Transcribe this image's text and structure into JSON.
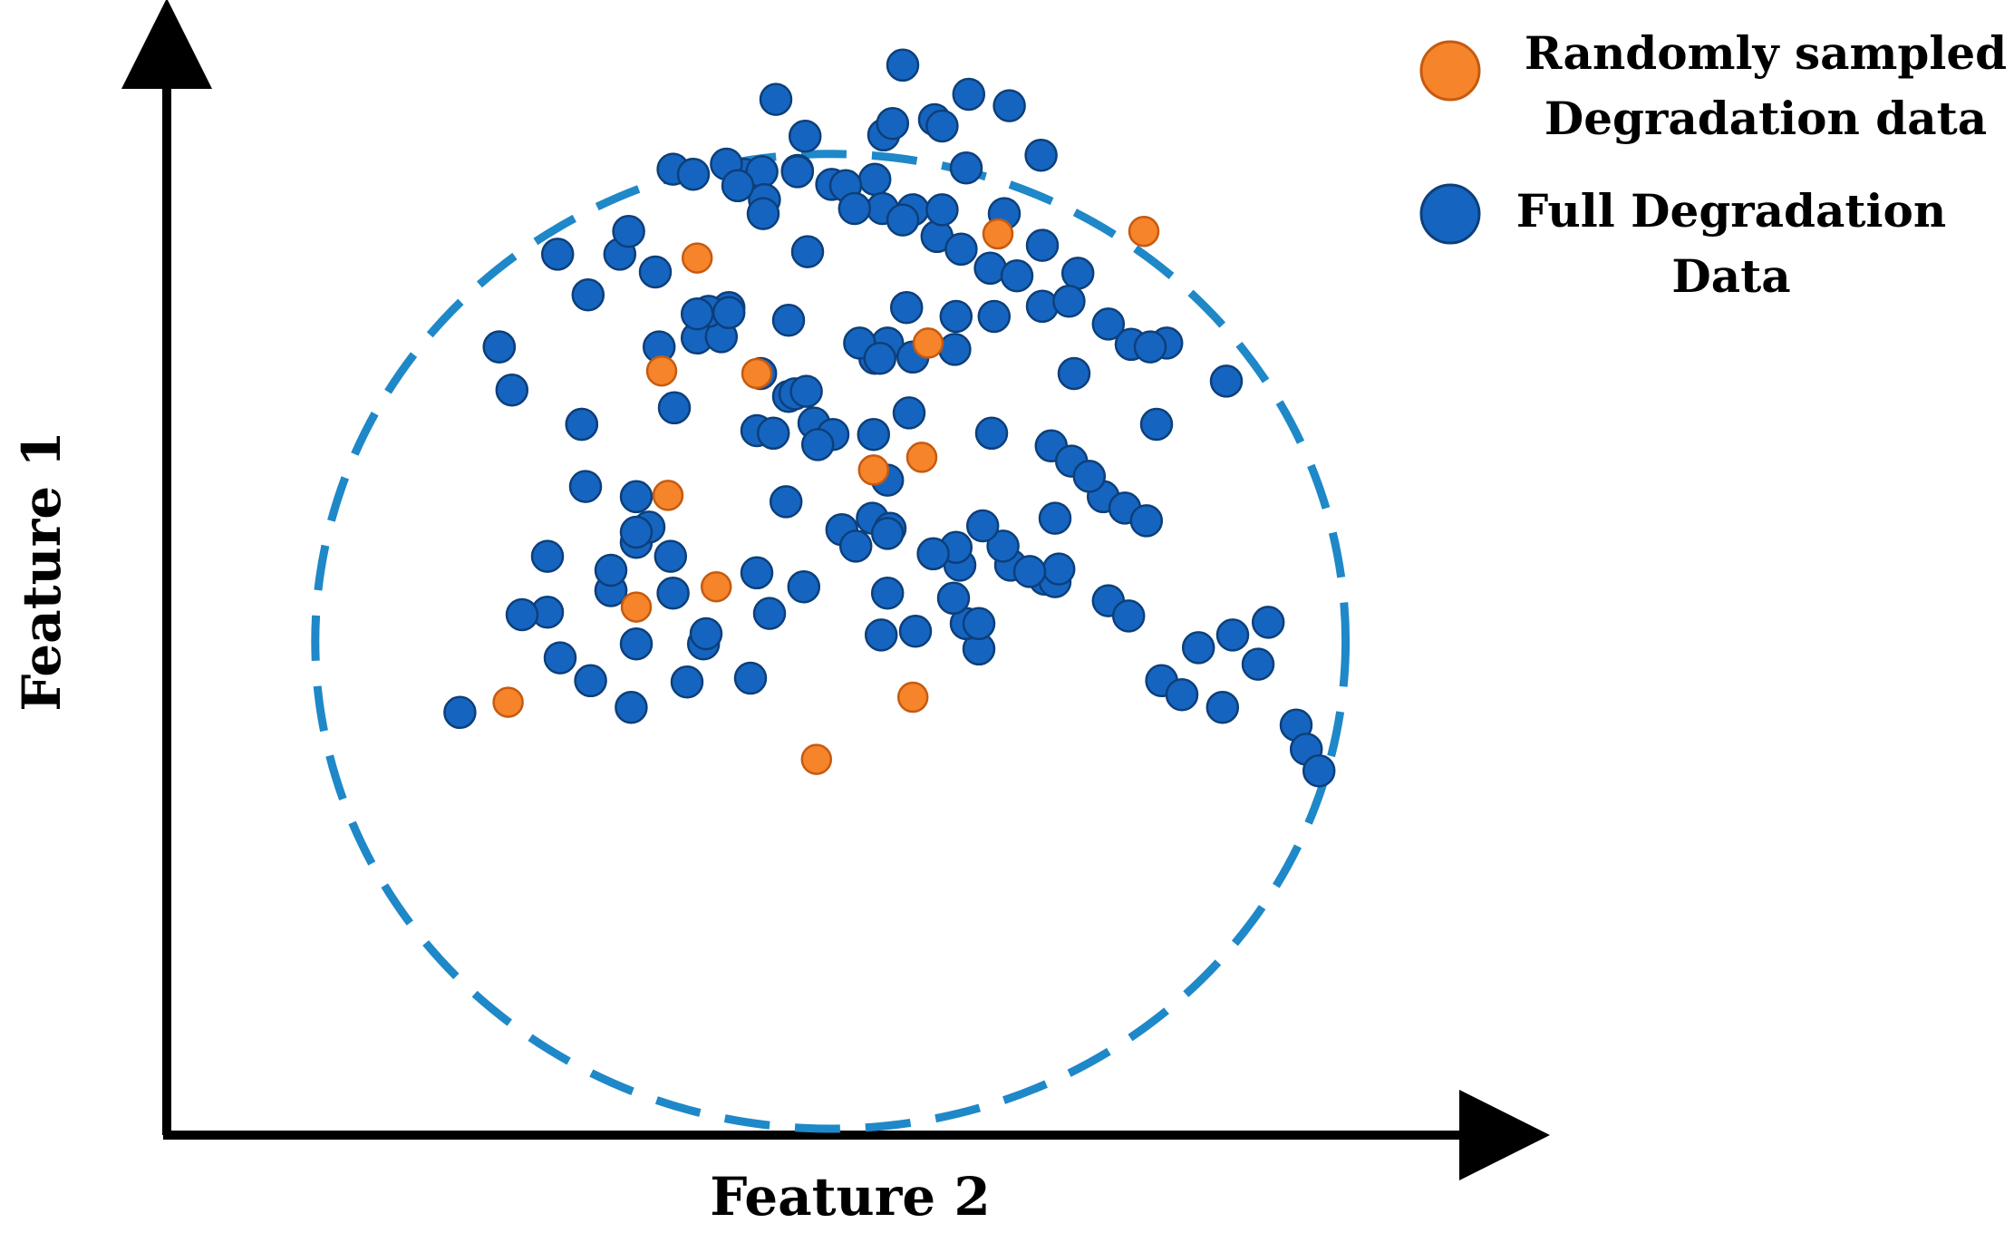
{
  "chart_data": {
    "type": "scatter",
    "title": "",
    "xlabel": "Feature 2",
    "ylabel": "Feature 1",
    "xlim": [
      0,
      1050
    ],
    "ylim": [
      0,
      855
    ],
    "grid": false,
    "legend_position": "top-right",
    "boundary": {
      "shape": "ellipse",
      "style": "dashed",
      "color": "#1E88C8",
      "center": [
        523,
        389
      ],
      "radii": [
        406,
        384
      ]
    },
    "series": [
      {
        "name": "Full Degradation Data",
        "color": "#1565C0",
        "points": [
          [
            455,
            757
          ],
          [
            558,
            753
          ],
          [
            588,
            729
          ],
          [
            607,
            708
          ],
          [
            660,
            726
          ],
          [
            690,
            701
          ],
          [
            649,
            683
          ],
          [
            718,
            679
          ],
          [
            308,
            694
          ],
          [
            357,
            694
          ],
          [
            385,
            680
          ],
          [
            262,
            621
          ],
          [
            262,
            621
          ],
          [
            418,
            628
          ],
          [
            490,
            642
          ],
          [
            558,
            612
          ],
          [
            568,
            624
          ],
          [
            670,
            677
          ],
          [
            690,
            653
          ],
          [
            711,
            657
          ],
          [
            742,
            639
          ],
          [
            788,
            624
          ],
          [
            760,
            623
          ],
          [
            775,
            621
          ],
          [
            715,
            600
          ],
          [
            835,
            594
          ],
          [
            272,
            587
          ],
          [
            327,
            560
          ],
          [
            327,
            560
          ],
          [
            400,
            573
          ],
          [
            490,
            582
          ],
          [
            465,
            555
          ],
          [
            468,
            600
          ],
          [
            495,
            584
          ],
          [
            510,
            561
          ],
          [
            525,
            552
          ],
          [
            557,
            552
          ],
          [
            585,
            569
          ],
          [
            650,
            553
          ],
          [
            780,
            560
          ],
          [
            697,
            543
          ],
          [
            713,
            531
          ],
          [
            738,
            503
          ],
          [
            755,
            494
          ],
          [
            772,
            484
          ],
          [
            727,
            519
          ],
          [
            700,
            486
          ],
          [
            742,
            421
          ],
          [
            758,
            409
          ],
          [
            784,
            358
          ],
          [
            800,
            347
          ],
          [
            832,
            337
          ],
          [
            890,
            323
          ],
          [
            860,
            371
          ],
          [
            840,
            394
          ],
          [
            813,
            384
          ],
          [
            868,
            404
          ],
          [
            898,
            304
          ],
          [
            908,
            287
          ],
          [
            370,
            503
          ],
          [
            370,
            467
          ],
          [
            380,
            479
          ],
          [
            330,
            511
          ],
          [
            300,
            456
          ],
          [
            350,
            429
          ],
          [
            350,
            429
          ],
          [
            399,
            427
          ],
          [
            397,
            456
          ],
          [
            370,
            475
          ],
          [
            350,
            445
          ],
          [
            300,
            412
          ],
          [
            280,
            410
          ],
          [
            310,
            376
          ],
          [
            370,
            387
          ],
          [
            334,
            358
          ],
          [
            231,
            333
          ],
          [
            366,
            337
          ],
          [
            460,
            360
          ],
          [
            410,
            357
          ],
          [
            423,
            387
          ],
          [
            425,
            395
          ],
          [
            475,
            411
          ],
          [
            465,
            443
          ],
          [
            502,
            432
          ],
          [
            568,
            427
          ],
          [
            563,
            394
          ],
          [
            590,
            397
          ],
          [
            640,
            383
          ],
          [
            630,
            403
          ],
          [
            640,
            403
          ],
          [
            620,
            423
          ],
          [
            625,
            449
          ],
          [
            665,
            449
          ],
          [
            692,
            438
          ],
          [
            700,
            436
          ],
          [
            703,
            446
          ],
          [
            659,
            464
          ],
          [
            532,
            477
          ],
          [
            556,
            486
          ],
          [
            570,
            478
          ],
          [
            543,
            464
          ],
          [
            568,
            474
          ],
          [
            622,
            463
          ],
          [
            604,
            458
          ],
          [
            643,
            480
          ],
          [
            680,
            444
          ],
          [
            488,
            499
          ],
          [
            568,
            516
          ],
          [
            513,
            544
          ],
          [
            478,
            553
          ],
          [
            504,
            586
          ],
          [
            437,
            629
          ],
          [
            443,
            652
          ],
          [
            427,
            649
          ],
          [
            443,
            648
          ],
          [
            388,
            621
          ],
          [
            332,
            662
          ],
          [
            364,
            712
          ],
          [
            418,
            647
          ],
          [
            505,
            696
          ],
          [
            546,
            624
          ],
          [
            562,
            612
          ],
          [
            588,
            613
          ],
          [
            621,
            619
          ],
          [
            622,
            645
          ],
          [
            652,
            645
          ],
          [
            583,
            652
          ],
          [
            564,
            730
          ],
          [
            626,
            698
          ],
          [
            580,
            721
          ],
          [
            611,
            729
          ],
          [
            630,
            762
          ],
          [
            524,
            749
          ],
          [
            497,
            760
          ],
          [
            469,
            759
          ],
          [
            441,
            765
          ],
          [
            471,
            737
          ],
          [
            497,
            759
          ],
          [
            399,
            761
          ],
          [
            415,
            757
          ],
          [
            450,
            748
          ],
          [
            470,
            726
          ],
          [
            535,
            748
          ],
          [
            542,
            730
          ],
          [
            503,
            787
          ],
          [
            565,
            788
          ],
          [
            605,
            800
          ],
          [
            572,
            797
          ],
          [
            480,
            816
          ],
          [
            580,
            843
          ],
          [
            632,
            820
          ],
          [
            664,
            811
          ],
          [
            611,
            795
          ],
          [
            689,
            772
          ]
        ]
      },
      {
        "name": "Randomly sampled Degradation data",
        "color": "#F5842A",
        "points": [
          [
            418,
            691
          ],
          [
            655,
            710
          ],
          [
            770,
            712
          ],
          [
            600,
            624
          ],
          [
            595,
            534
          ],
          [
            395,
            504
          ],
          [
            465,
            600
          ],
          [
            390,
            602
          ],
          [
            370,
            416
          ],
          [
            269,
            341
          ],
          [
            433,
            432
          ],
          [
            557,
            524
          ],
          [
            588,
            345
          ],
          [
            512,
            296
          ]
        ]
      }
    ]
  }
}
